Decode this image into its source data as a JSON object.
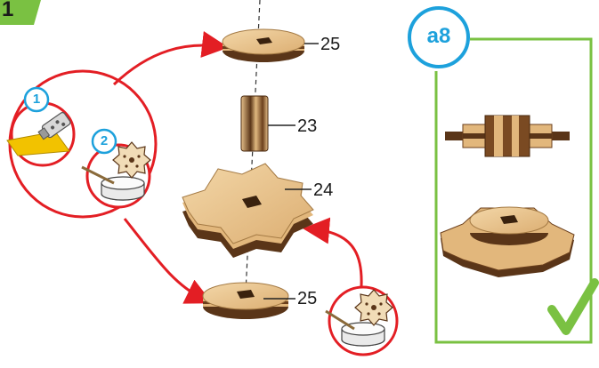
{
  "step": {
    "number": "1"
  },
  "parts": [
    {
      "id": "disk-top",
      "label": "25"
    },
    {
      "id": "spacer",
      "label": "23"
    },
    {
      "id": "gear",
      "label": "24"
    },
    {
      "id": "disk-bottom",
      "label": "25"
    }
  ],
  "sub_steps": [
    {
      "number": "1",
      "icon": "glue-tube-icon"
    },
    {
      "number": "2",
      "icon": "glue-pot-with-brush-icon"
    }
  ],
  "result_panel": {
    "label": "a8",
    "check_icon": "green-checkmark-icon"
  },
  "colors": {
    "accent_green": "#7ac142",
    "badge_blue": "#1da1dc",
    "arrow_red": "#e31e24",
    "wood_light": "#e8c48f",
    "wood_dark": "#5a3518",
    "glue_yellow": "#f2c200"
  }
}
